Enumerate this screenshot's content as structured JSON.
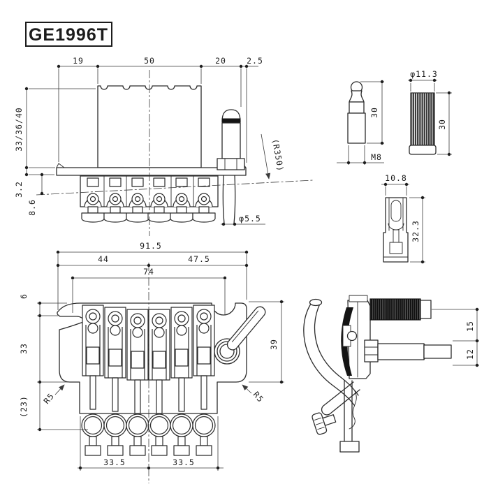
{
  "title": "GE1996T",
  "colors": {
    "line": "#2b2b2b",
    "dim": "#3a3a3a",
    "black_fill": "#141414",
    "background": "#ffffff"
  },
  "front_view": {
    "dims": {
      "d19": "19",
      "d50": "50",
      "d20": "20",
      "d2_5": "2.5",
      "heights": "33/36/40",
      "d3_2": "3.2",
      "d8_6": "8.6",
      "radius": "(R350)",
      "arm_dia": "φ5.5"
    }
  },
  "stud": {
    "dims": {
      "length": "30",
      "thread": "M8"
    }
  },
  "bushing": {
    "dims": {
      "dia": "φ11.3",
      "length": "30"
    }
  },
  "insert": {
    "dims": {
      "width": "10.8",
      "length": "32.3"
    }
  },
  "plan_view": {
    "dims": {
      "overall": "91.5",
      "left_span": "44",
      "right_span": "47.5",
      "stud_spacing": "74",
      "edge_step": "6",
      "body_depth": "33",
      "tail_depth": "(23)",
      "side_depth": "39",
      "fillet_left": "R5",
      "fillet_right": "R5",
      "half_left": "33.5",
      "half_right": "33.5"
    }
  },
  "arm_view": {
    "dims": {
      "knob_height": "15",
      "shaft_height": "12"
    }
  }
}
